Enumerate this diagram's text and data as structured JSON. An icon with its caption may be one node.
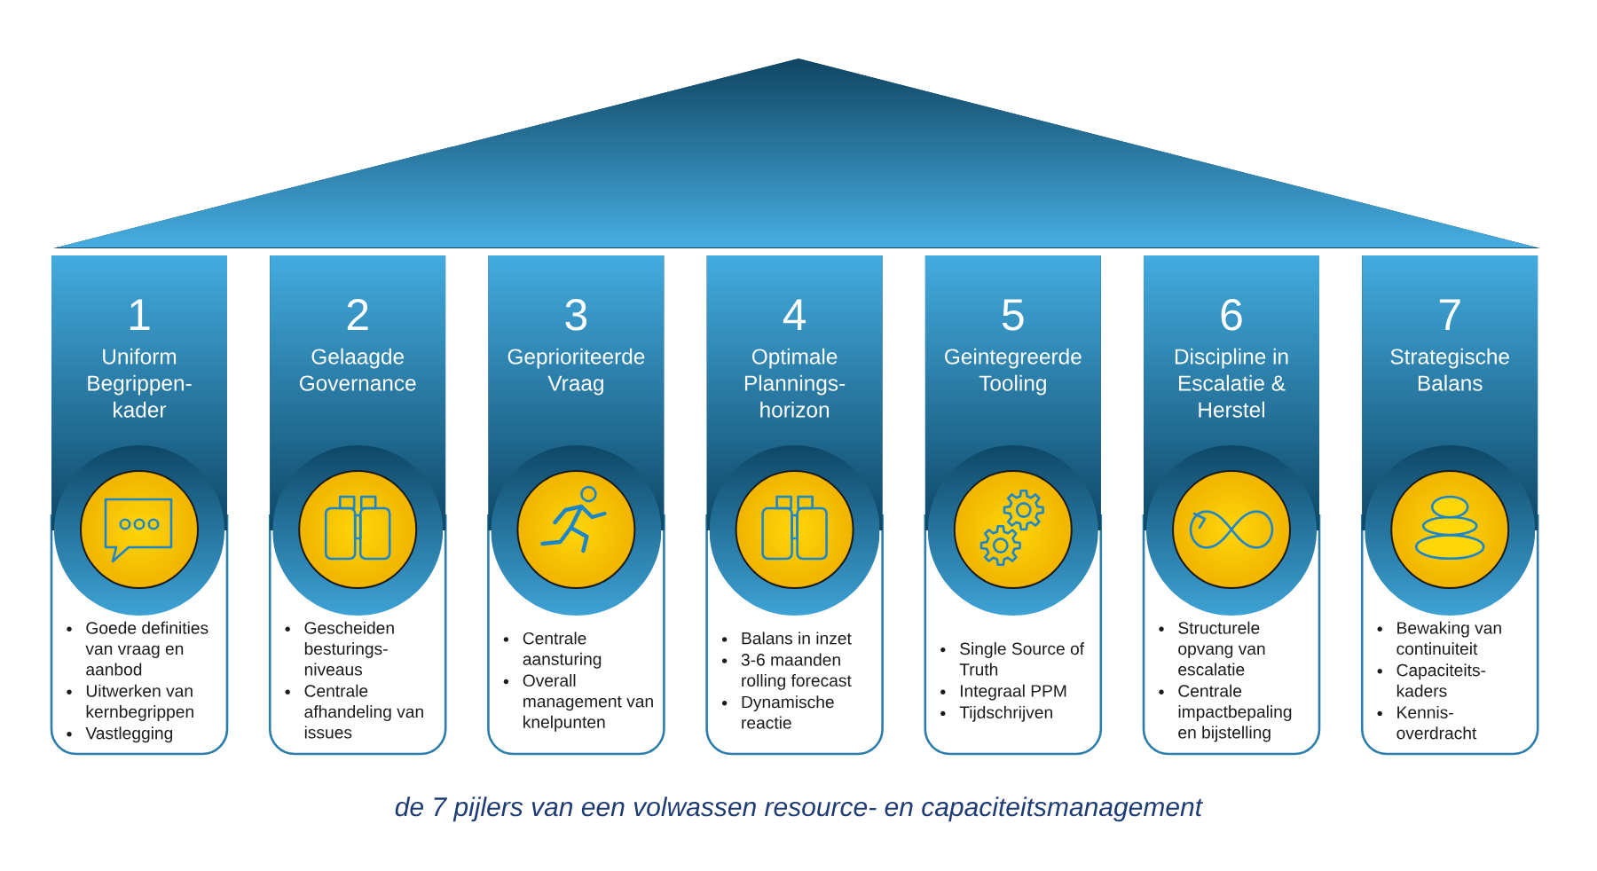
{
  "diagram": {
    "caption": "de 7 pijlers van een volwassen resource- en capaciteitsmanagement",
    "nodes": [
      {
        "text": [
          "1",
          "Uniform Begrippen- kader",
          "Goede definities van vraag en aanbod",
          "Uitwerken van kernbegrippen",
          "Vastlegging"
        ]
      },
      {
        "text": [
          "2",
          "Gelaagde Governance",
          "Gescheiden besturings- niveaus",
          "Centrale afhandeling van issues"
        ]
      },
      {
        "text": [
          "3",
          "Geprioriteerde Vraag",
          "Centrale aansturing",
          "Overall management van knelpunten"
        ]
      },
      {
        "text": [
          "4",
          "Optimale Plannings- horizon",
          "Balans in inzet",
          "3-6 maanden rolling forecast",
          "Dynamische reactie"
        ]
      },
      {
        "text": [
          "5",
          "Geintegreerde Tooling",
          "Single Source of Truth",
          "Integraal PPM",
          "Tijdschrijven"
        ]
      },
      {
        "text": [
          "6",
          "Discipline in Escalatie & Herstel",
          "Structurele opvang van escalatie",
          "Centrale impactbepaling en bijstelling"
        ]
      },
      {
        "text": [
          "7",
          "Strategische Balans",
          "Bewaking van continuiteit",
          "Capaciteits- kaders",
          "Kennis- overdracht"
        ]
      }
    ]
  }
}
